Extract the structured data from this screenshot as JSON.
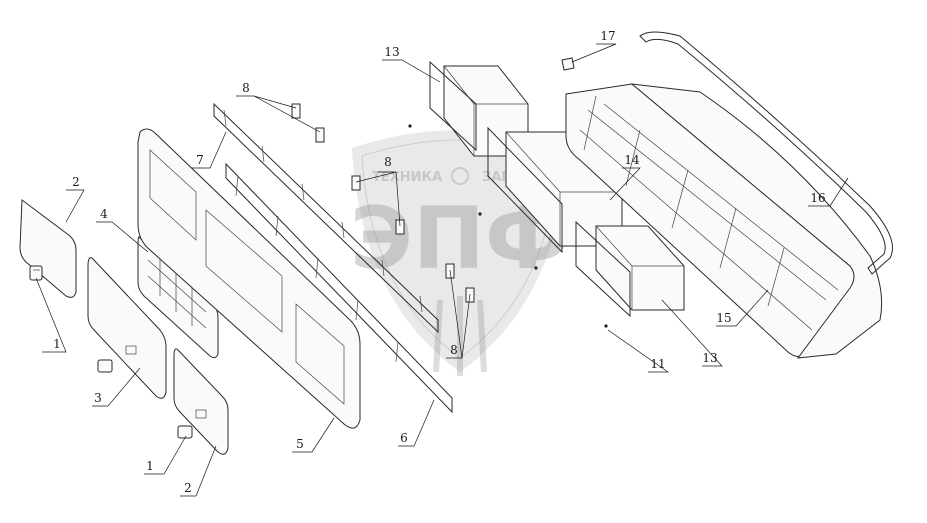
{
  "watermark": {
    "top_left": "ТЕХНИКА",
    "top_right": "ЗАПЧАСТИ",
    "center": "ЭПФ"
  },
  "labels": [
    {
      "id": "l1a",
      "text": "1"
    },
    {
      "id": "l1b",
      "text": "1"
    },
    {
      "id": "l2a",
      "text": "2"
    },
    {
      "id": "l2b",
      "text": "2"
    },
    {
      "id": "l3",
      "text": "3"
    },
    {
      "id": "l4",
      "text": "4"
    },
    {
      "id": "l5",
      "text": "5"
    },
    {
      "id": "l6",
      "text": "6"
    },
    {
      "id": "l7",
      "text": "7"
    },
    {
      "id": "l8a",
      "text": "8"
    },
    {
      "id": "l8b",
      "text": "8"
    },
    {
      "id": "l8c",
      "text": "8"
    },
    {
      "id": "l11",
      "text": "11"
    },
    {
      "id": "l13a",
      "text": "13"
    },
    {
      "id": "l13b",
      "text": "13"
    },
    {
      "id": "l14",
      "text": "14"
    },
    {
      "id": "l15",
      "text": "15"
    },
    {
      "id": "l16",
      "text": "16"
    },
    {
      "id": "l17",
      "text": "17"
    }
  ]
}
